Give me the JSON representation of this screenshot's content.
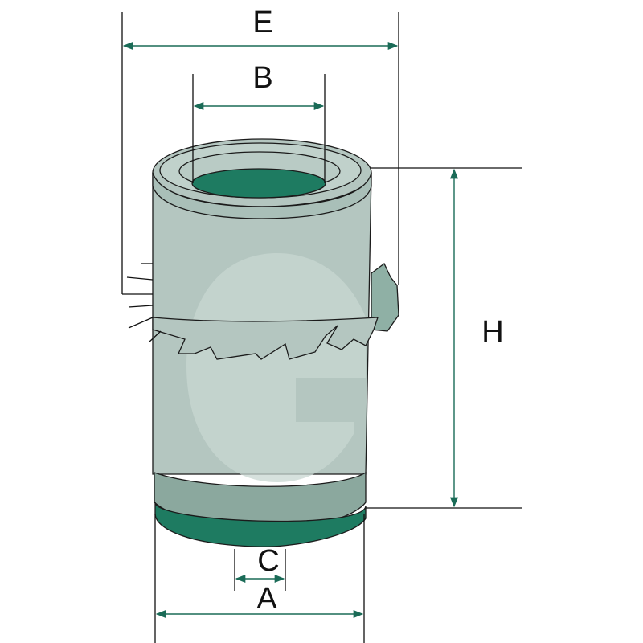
{
  "diagram": {
    "labels": {
      "E": "E",
      "B": "B",
      "H": "H",
      "C": "C",
      "A": "A"
    },
    "colors": {
      "body": "#b4c6c0",
      "body_dark": "#9fb5ad",
      "ring_top": "#c0d1cb",
      "green_dark": "#1e7b61",
      "end_cap": "#8ba89e",
      "watermark": "#c8d7d2",
      "dim_line": "#1a6b57"
    }
  }
}
